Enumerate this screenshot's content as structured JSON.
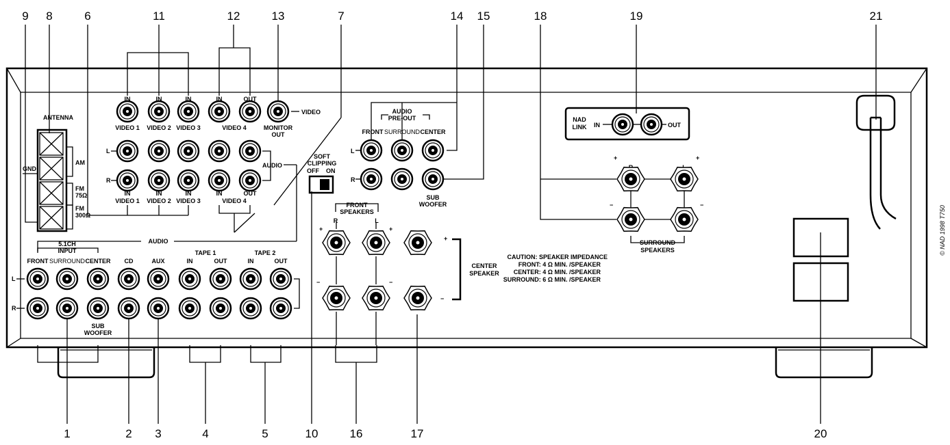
{
  "callouts": {
    "c1": "1",
    "c2": "2",
    "c3": "3",
    "c4": "4",
    "c5": "5",
    "c6": "6",
    "c7": "7",
    "c8": "8",
    "c9": "9",
    "c10": "10",
    "c11": "11",
    "c12": "12",
    "c13": "13",
    "c14": "14",
    "c15": "15",
    "c16": "16",
    "c17": "17",
    "c18": "18",
    "c19": "19",
    "c20": "20",
    "c21": "21"
  },
  "labels": {
    "antenna": "ANTENNA",
    "gnd": "GND",
    "am": "AM",
    "fm75_a": "FM",
    "fm75_b": "75Ω",
    "fm300_a": "FM",
    "fm300_b": "300Ω",
    "in": "IN",
    "out": "OUT",
    "video": "VIDEO",
    "video1": "VIDEO 1",
    "video2": "VIDEO 2",
    "video3": "VIDEO 3",
    "video4": "VIDEO 4",
    "monitor_a": "MONITOR",
    "monitor_b": "OUT",
    "audio": "AUDIO",
    "l": "L",
    "r": "R",
    "soft_a": "SOFT",
    "soft_b": "CLIPPING",
    "off": "OFF",
    "on": "ON",
    "preout_a": "AUDIO",
    "preout_b": "PRE-OUT",
    "front": "FRONT",
    "surround": "SURROUND",
    "center": "CENTER",
    "sub_a": "SUB",
    "sub_b": "WOOFER",
    "nad_a": "NAD",
    "nad_b": "LINK",
    "input_a": "5.1CH",
    "input_b": "INPUT",
    "cd": "CD",
    "aux": "AUX",
    "tape1": "TAPE 1",
    "tape2": "TAPE 2",
    "frontspk_a": "FRONT",
    "frontspk_b": "SPEAKERS",
    "centerspk_a": "CENTER",
    "centerspk_b": "SPEAKER",
    "surspk_a": "SURROUND",
    "surspk_b": "SPEAKERS",
    "plus": "+",
    "minus": "−",
    "caution1": "CAUTION: SPEAKER  IMPEDANCE",
    "caution2": "FRONT: 4 Ω  MIN.  /SPEAKER",
    "caution3": "CENTER: 4 Ω  MIN.  /SPEAKER",
    "caution4": "SURROUND: 6 Ω  MIN.  /SPEAKER",
    "copyright": "© NAD 1998  T750"
  }
}
